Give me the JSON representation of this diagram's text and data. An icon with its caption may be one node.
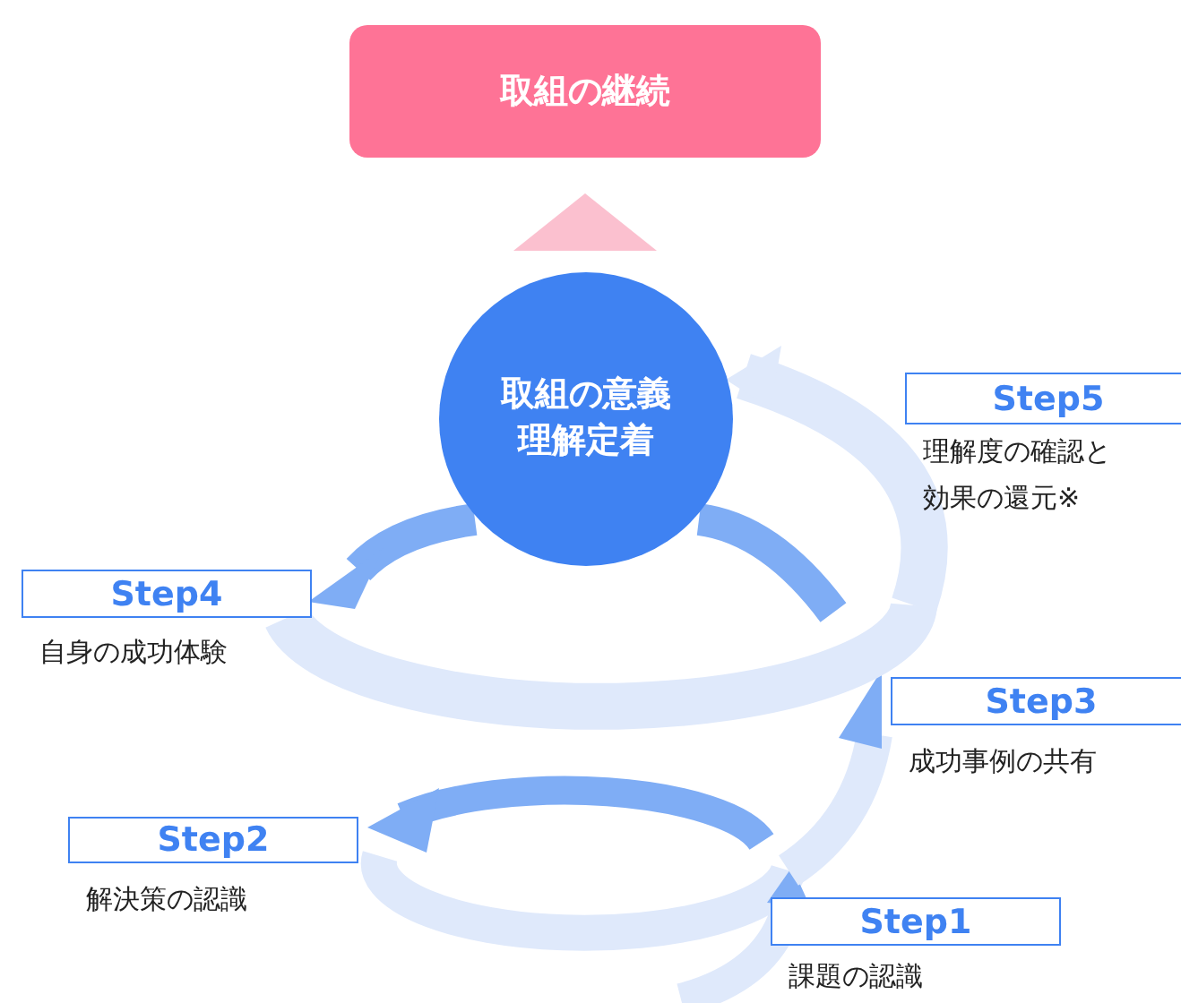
{
  "diagram": {
    "nodes": [
      {
        "text": [
          "取組の継続"
        ]
      },
      {
        "text": [
          "取組の意義理解定着"
        ]
      },
      {
        "text": [
          "Step5"
        ],
        "beside": [
          "理解度の確認と効果の還元※"
        ]
      },
      {
        "text": [
          "Step4"
        ],
        "beside": [
          "自身の成功体験"
        ]
      },
      {
        "text": [
          "Step3"
        ],
        "beside": [
          "成功事例の共有"
        ]
      },
      {
        "text": [
          "Step2"
        ],
        "beside": [
          "解決策の認識"
        ]
      },
      {
        "text": [
          "Step1"
        ],
        "beside": [
          "課題の認識"
        ]
      }
    ],
    "edges": [
      {
        "from": 1,
        "to": 0,
        "arrow": "to"
      }
    ]
  }
}
